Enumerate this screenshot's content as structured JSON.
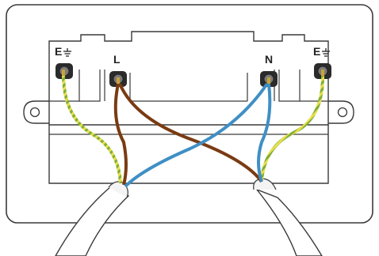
{
  "labels": {
    "earth_left": "E",
    "live": "L",
    "neutral": "N",
    "earth_right": "E"
  },
  "colors": {
    "outline": "#3a3a3a",
    "live_wire": "#7a3b12",
    "neutral_wire": "#3f8fc4",
    "earth_wire_green": "#7fae3a",
    "earth_wire_yellow": "#e8df4a",
    "terminal_copper": "#c9a23a"
  },
  "icons": [
    "earth-symbol-icon",
    "earth-symbol-icon"
  ]
}
